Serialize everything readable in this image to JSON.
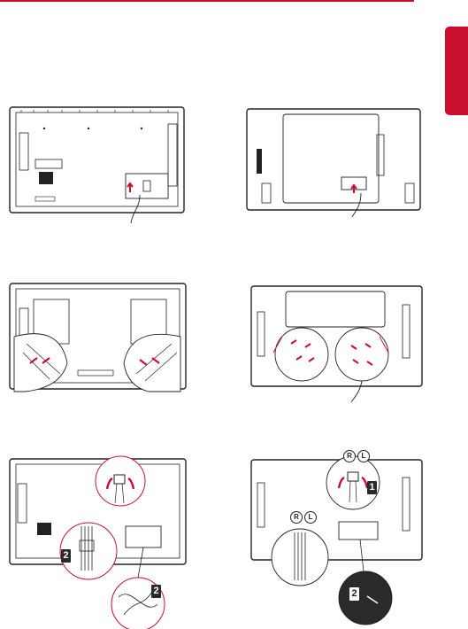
{
  "colors": {
    "accent": "#c8102e",
    "line": "#222222",
    "bg": "#ffffff"
  },
  "steps": {
    "one": "1",
    "two": "2"
  },
  "channels": {
    "right": "R",
    "left": "L"
  },
  "icons": [
    "monitor-back-icon",
    "cable-clip-icon",
    "arrow-up-icon",
    "magnifier-circle-icon"
  ]
}
